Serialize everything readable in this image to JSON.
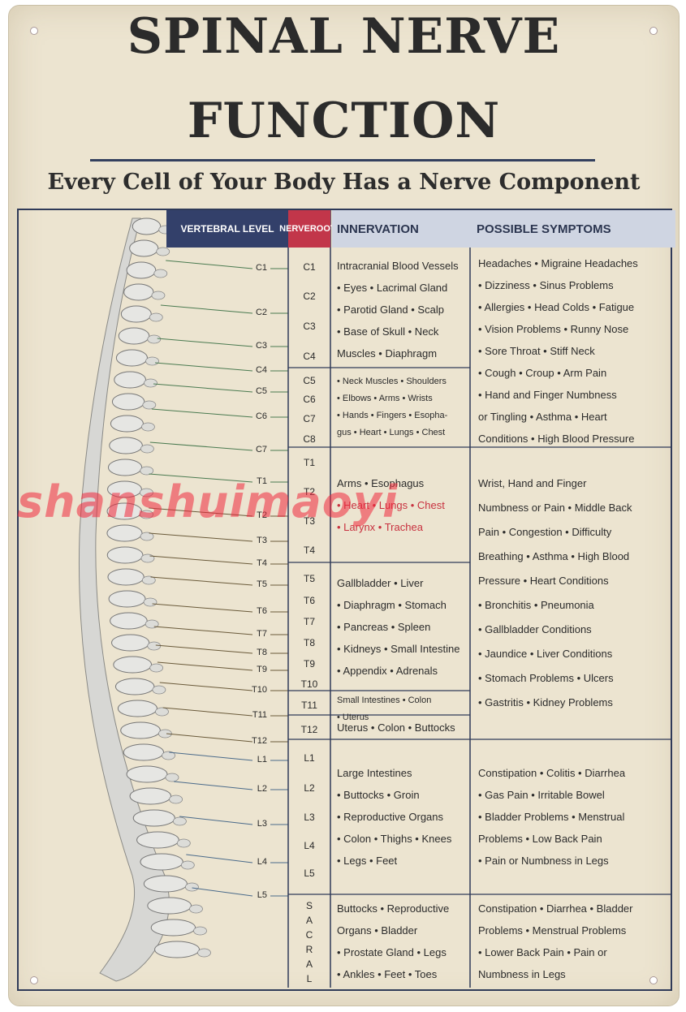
{
  "title": {
    "line1": "SPINAL NERVE",
    "line2": "FUNCTION"
  },
  "subtitle": "Every Cell of Your Body Has a Nerve Component",
  "watermark": "shanshuimaoyi",
  "colors": {
    "header_navy": "#33406a",
    "root_red": "#c2364a",
    "header_light": "#cfd5e2",
    "background": "#ece4d0"
  },
  "headers": {
    "level": "VERTEBRAL LEVEL",
    "root_line1": "NERVE",
    "root_line2": "ROOT*",
    "innervation": "INNERVATION",
    "symptoms": "POSSIBLE SYMPTOMS"
  },
  "vertebral_levels": [
    "C1",
    "C2",
    "C3",
    "C4",
    "C5",
    "C6",
    "C7",
    "T1",
    "T2",
    "T3",
    "T4",
    "T5",
    "T6",
    "T7",
    "T8",
    "T9",
    "T10",
    "T11",
    "T12",
    "L1",
    "L2",
    "L3",
    "L4",
    "L5"
  ],
  "nerve_roots": [
    "C1",
    "C2",
    "C3",
    "C4",
    "C5",
    "C6",
    "C7",
    "C8",
    "T1",
    "T2",
    "T3",
    "T4",
    "T5",
    "T6",
    "T7",
    "T8",
    "T9",
    "T10",
    "T11",
    "T12",
    "L1",
    "L2",
    "L3",
    "L4",
    "L5"
  ],
  "sacral": [
    "S",
    "A",
    "C",
    "R",
    "A",
    "L"
  ],
  "sections": [
    {
      "innervation": [
        "Intracranial Blood Vessels",
        "• Eyes • Lacrimal Gland",
        "• Parotid Gland • Scalp",
        "• Base of Skull • Neck",
        "Muscles • Diaphragm"
      ],
      "symptoms": [
        "Headaches • Migraine Headaches",
        "• Dizziness • Sinus Problems",
        "• Allergies • Head Colds • Fatigue",
        "• Vision Problems • Runny Nose",
        "• Sore Throat • Stiff Neck",
        "• Cough • Croup • Arm Pain",
        "• Hand and Finger Numbness",
        "or Tingling • Asthma • Heart",
        "Conditions • High Blood Pressure"
      ]
    },
    {
      "innervation": [
        "• Neck Muscles • Shoulders",
        "• Elbows • Arms • Wrists",
        "• Hands • Fingers • Esopha-",
        "gus • Heart • Lungs • Chest"
      ]
    },
    {
      "innervation": [
        "Arms • Esophagus",
        "• Heart • Lungs • Chest",
        "• Larynx • Trachea"
      ],
      "symptoms": [
        "Wrist, Hand and Finger",
        "Numbness or Pain • Middle Back",
        "Pain • Congestion • Difficulty",
        "Breathing • Asthma • High Blood",
        "Pressure • Heart Conditions",
        "• Bronchitis • Pneumonia",
        "• Gallbladder Conditions",
        "• Jaundice • Liver Conditions",
        "• Stomach Problems • Ulcers",
        "• Gastritis • Kidney Problems"
      ]
    },
    {
      "innervation": [
        "Gallbladder • Liver",
        "• Diaphragm • Stomach",
        "• Pancreas • Spleen",
        "• Kidneys • Small Intestine",
        "• Appendix • Adrenals"
      ]
    },
    {
      "innervation": [
        "Small Intestines • Colon",
        "• Uterus"
      ]
    },
    {
      "innervation": [
        "Uterus • Colon • Buttocks"
      ]
    },
    {
      "innervation": [
        "Large Intestines",
        "• Buttocks • Groin",
        "• Reproductive Organs",
        "• Colon • Thighs • Knees",
        "• Legs • Feet"
      ],
      "symptoms": [
        "Constipation • Colitis • Diarrhea",
        "• Gas Pain • Irritable Bowel",
        "• Bladder Problems • Menstrual",
        "Problems • Low Back Pain",
        "• Pain or Numbness in Legs"
      ]
    },
    {
      "innervation": [
        "Buttocks • Reproductive",
        "Organs • Bladder",
        "• Prostate Gland • Legs",
        "• Ankles • Feet • Toes"
      ],
      "symptoms": [
        "Constipation • Diarrhea • Bladder",
        "Problems • Menstrual Problems",
        "• Lower Back Pain • Pain or",
        "Numbness in Legs"
      ]
    }
  ]
}
